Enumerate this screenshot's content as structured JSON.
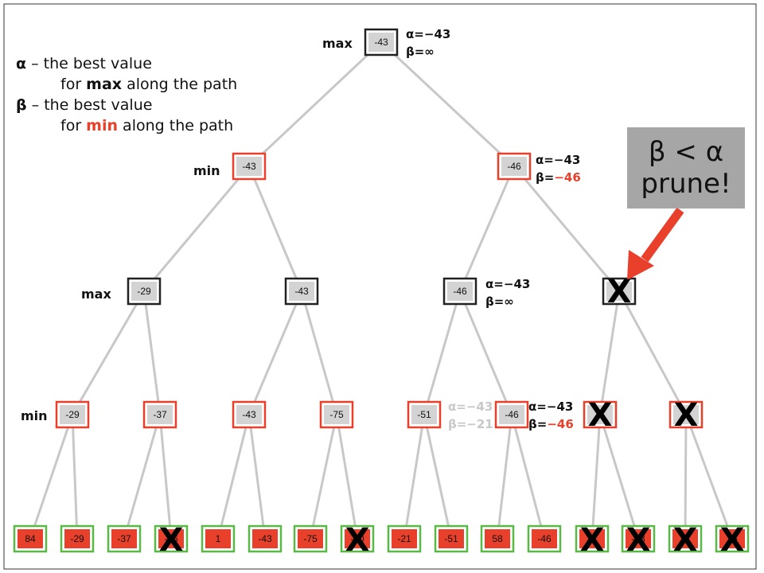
{
  "legend": {
    "alpha_symbol": "α",
    "alpha_line1": " – the best value",
    "alpha_line2_prefix": "for ",
    "alpha_line2_bold": "max",
    "alpha_line2_suffix": " along the path",
    "beta_symbol": "β",
    "beta_line1": " – the best value",
    "beta_line2_prefix": "for ",
    "beta_line2_red": "min",
    "beta_line2_suffix": " along the path"
  },
  "callout": {
    "line1": "β < α",
    "line2": "prune!"
  },
  "level_labels": {
    "root": "max",
    "level1": "min",
    "level2": "max",
    "level3": "min"
  },
  "nodes": {
    "root": "-43",
    "level1": [
      "-43",
      "-46"
    ],
    "level2": [
      "-29",
      "-43",
      "-46",
      ""
    ],
    "level3": [
      "-29",
      "-37",
      "-43",
      "-75",
      "-51",
      "-46",
      "",
      ""
    ],
    "leaves": [
      "84",
      "-29",
      "-37",
      "-46",
      "1",
      "-43",
      "-75",
      "-40",
      "-21",
      "-51",
      "58",
      "-46",
      "8",
      "-13",
      "2",
      "76"
    ]
  },
  "annotations": {
    "root_alpha": "α=−43",
    "root_beta": "β=∞",
    "right_min_alpha": "α=−43",
    "right_min_beta_prefix": "β=",
    "right_min_beta_value": "−46",
    "right_max_alpha": "α=−43",
    "right_max_beta": "β=∞",
    "grey_alpha": "α=−43",
    "grey_beta": "β=−21",
    "min46_alpha": "α=−43",
    "min46_beta_prefix": "β=",
    "min46_beta_value": "−46"
  },
  "prune_mark": "X",
  "colors": {
    "red": "#e8402b",
    "green": "#5ab946",
    "grey_fill": "#d3d3d3",
    "edge": "#c8c8c8",
    "callout_bg": "#a6a6a6"
  }
}
